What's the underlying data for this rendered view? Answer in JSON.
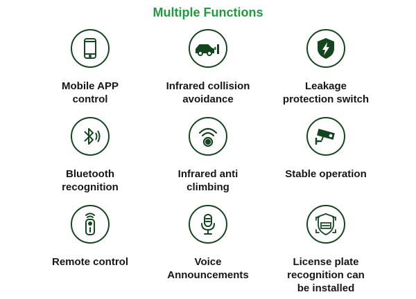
{
  "title": "Multiple Functions",
  "colors": {
    "title": "#1f9b3b",
    "icon_stroke": "#14451f",
    "text": "#161616"
  },
  "features": [
    {
      "icon": "smartphone-icon",
      "lines": [
        "Mobile APP",
        "control"
      ]
    },
    {
      "icon": "car-sensor-icon",
      "lines": [
        "Infrared collision",
        "avoidance"
      ]
    },
    {
      "icon": "shield-bolt-icon",
      "lines": [
        "Leakage",
        "protection switch"
      ]
    },
    {
      "icon": "bluetooth-icon",
      "lines": [
        "Bluetooth",
        "recognition"
      ]
    },
    {
      "icon": "infrared-sensor-icon",
      "lines": [
        "Infrared anti",
        "climbing"
      ]
    },
    {
      "icon": "camera-icon",
      "lines": [
        "Stable operation"
      ]
    },
    {
      "icon": "remote-control-icon",
      "lines": [
        "Remote control"
      ]
    },
    {
      "icon": "microphone-icon",
      "lines": [
        "Voice",
        "Announcements"
      ]
    },
    {
      "icon": "license-plate-icon",
      "lines": [
        "License plate",
        "recognition can",
        "be installed"
      ]
    }
  ]
}
